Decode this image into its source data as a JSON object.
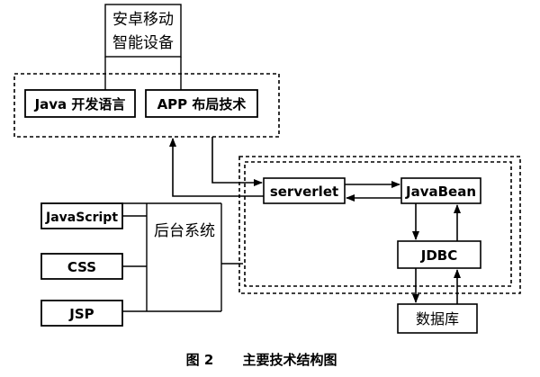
{
  "diagram": {
    "nodes": {
      "android_device": {
        "line1": "安卓移动",
        "line2": "智能设备"
      },
      "java_lang": "Java 开发语言",
      "app_layout": "APP 布局技术",
      "serverlet": "serverlet",
      "javabean": "JavaBean",
      "jdbc": "JDBC",
      "database": "数据库",
      "javascript": "JavaScript",
      "css": "CSS",
      "jsp": "JSP",
      "backend": "后台系统"
    },
    "caption": {
      "figure_no": "图 2",
      "title": "主要技术结构图"
    }
  }
}
